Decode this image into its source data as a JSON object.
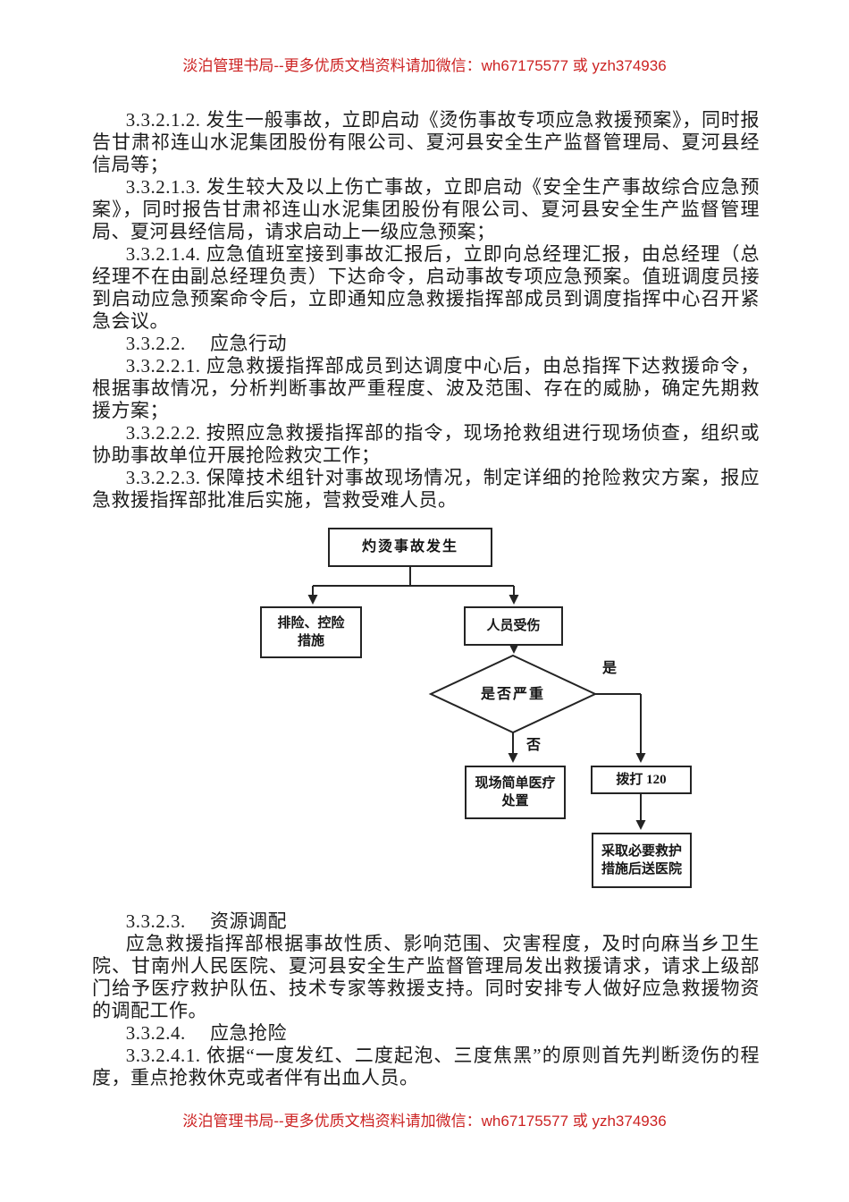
{
  "meta": {
    "accent_color": "#cc2222",
    "text_color": "#1c1c1c"
  },
  "watermark": {
    "top": "淡泊管理书局--更多优质文档资料请加微信：wh67175577 或 yzh374936",
    "bottom": "淡泊管理书局--更多优质文档资料请加微信：wh67175577 或 yzh374936"
  },
  "doc": {
    "top": [
      "3.3.2.1.2. 发生一般事故，立即启动《烫伤事故专项应急救援预案》，同时报告甘肃祁连山水泥集团股份有限公司、夏河县安全生产监督管理局、夏河县经信局等；",
      "3.3.2.1.3. 发生较大及以上伤亡事故，立即启动《安全生产事故综合应急预案》，同时报告甘肃祁连山水泥集团股份有限公司、夏河县安全生产监督管理局、夏河县经信局，请求启动上一级应急预案；",
      "3.3.2.1.4. 应急值班室接到事故汇报后，立即向总经理汇报，由总经理（总经理不在由副总经理负责）下达命令，启动事故专项应急预案。值班调度员接到启动应急预案命令后，立即通知应急救援指挥部成员到调度指挥中心召开紧急会议。",
      "3.3.2.2.　 应急行动",
      "3.3.2.2.1. 应急救援指挥部成员到达调度中心后，由总指挥下达救援命令，根据事故情况，分析判断事故严重程度、波及范围、存在的威胁，确定先期救援方案；",
      "3.3.2.2.2. 按照应急救援指挥部的指令，现场抢救组进行现场侦查，组织或协助事故单位开展抢险救灾工作；",
      "3.3.2.2.3. 保障技术组针对事故现场情况，制定详细的抢险救灾方案，报应急救援指挥部批准后实施，营救受难人员。"
    ],
    "bottom": [
      "3.3.2.3.　 资源调配",
      "应急救援指挥部根据事故性质、影响范围、灾害程度，及时向麻当乡卫生院、甘南州人民医院、夏河县安全生产监督管理局发出救援请求，请求上级部门给予医疗救护队伍、技术专家等救援支持。同时安排专人做好应急救援物资的调配工作。",
      "3.3.2.4.　 应急抢险",
      "3.3.2.4.1. 依据“一度发红、二度起泡、三度焦黑”的原则首先判断烫伤的程度，重点抢救休克或者伴有出血人员。"
    ]
  },
  "flowchart": {
    "nodes": {
      "start": "灼烫事故发生",
      "control": [
        "排险、控险",
        "措施"
      ],
      "injury": "人员受伤",
      "decision": "是否严重",
      "yes": "是",
      "no": "否",
      "onsite": [
        "现场简单医疗",
        "处置"
      ],
      "call": "拨打 120",
      "hospital": [
        "采取必要救护",
        "措施后送医院"
      ]
    }
  }
}
